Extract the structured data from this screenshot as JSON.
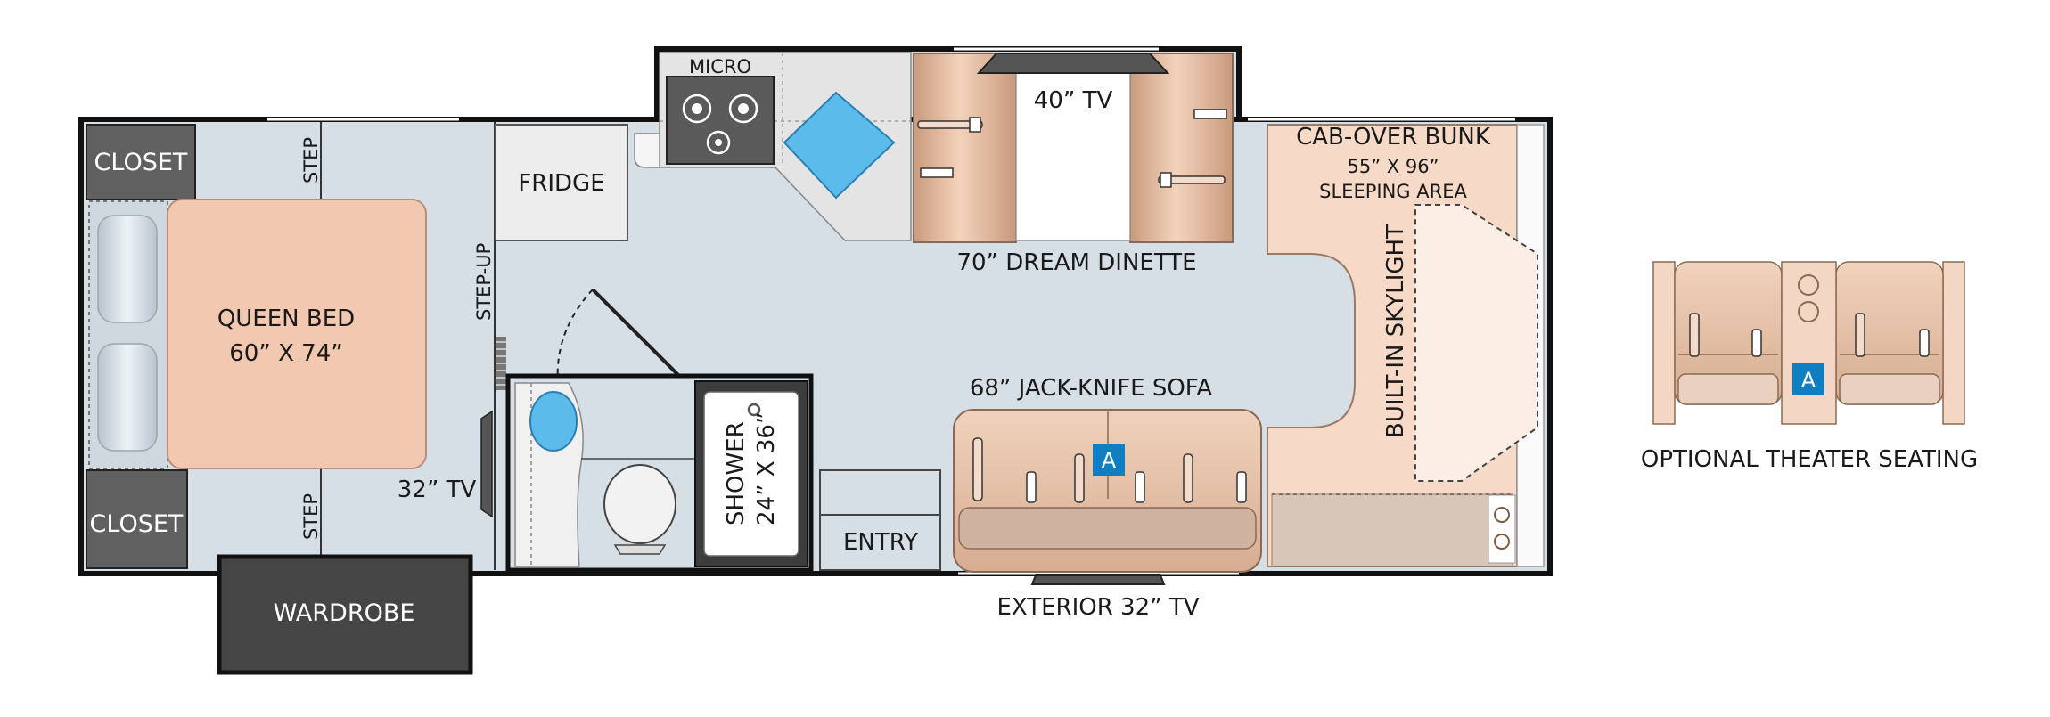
{
  "labels": {
    "micro": "MICRO",
    "tv40": "40” TV",
    "fridge": "FRIDGE",
    "closet_top": "CLOSET",
    "closet_bottom": "CLOSET",
    "step_top": "STEP",
    "step_bottom": "STEP",
    "step_up": "STEP-UP",
    "queen_bed": "QUEEN BED",
    "queen_bed_size": "60” X 74”",
    "tv32": "32” TV",
    "wardrobe": "WARDROBE",
    "dinette": "70” DREAM DINETTE",
    "cabover_title": "CAB-OVER BUNK",
    "cabover_size": "55” X 96”",
    "cabover_area": "SLEEPING AREA",
    "skylight": "BUILT-IN SKYLIGHT",
    "sofa": "68” JACK-KNIFE SOFA",
    "shower": "SHOWER",
    "shower_size": "24” X 36”",
    "entry": "ENTRY",
    "exterior_tv": "EXTERIOR 32” TV",
    "badge_sofa": "A",
    "badge_theater": "A",
    "theater": "OPTIONAL THEATER SEATING"
  },
  "colors": {
    "floor": "#d6dee6",
    "wall": "#111111",
    "bed": "#f2c9b0",
    "wood": "#e8c1a4",
    "closet": "#606060",
    "wardrobe": "#454545",
    "water": "#5bbcec",
    "badge": "#0f7fc1",
    "cab": "#f6d9c6"
  }
}
